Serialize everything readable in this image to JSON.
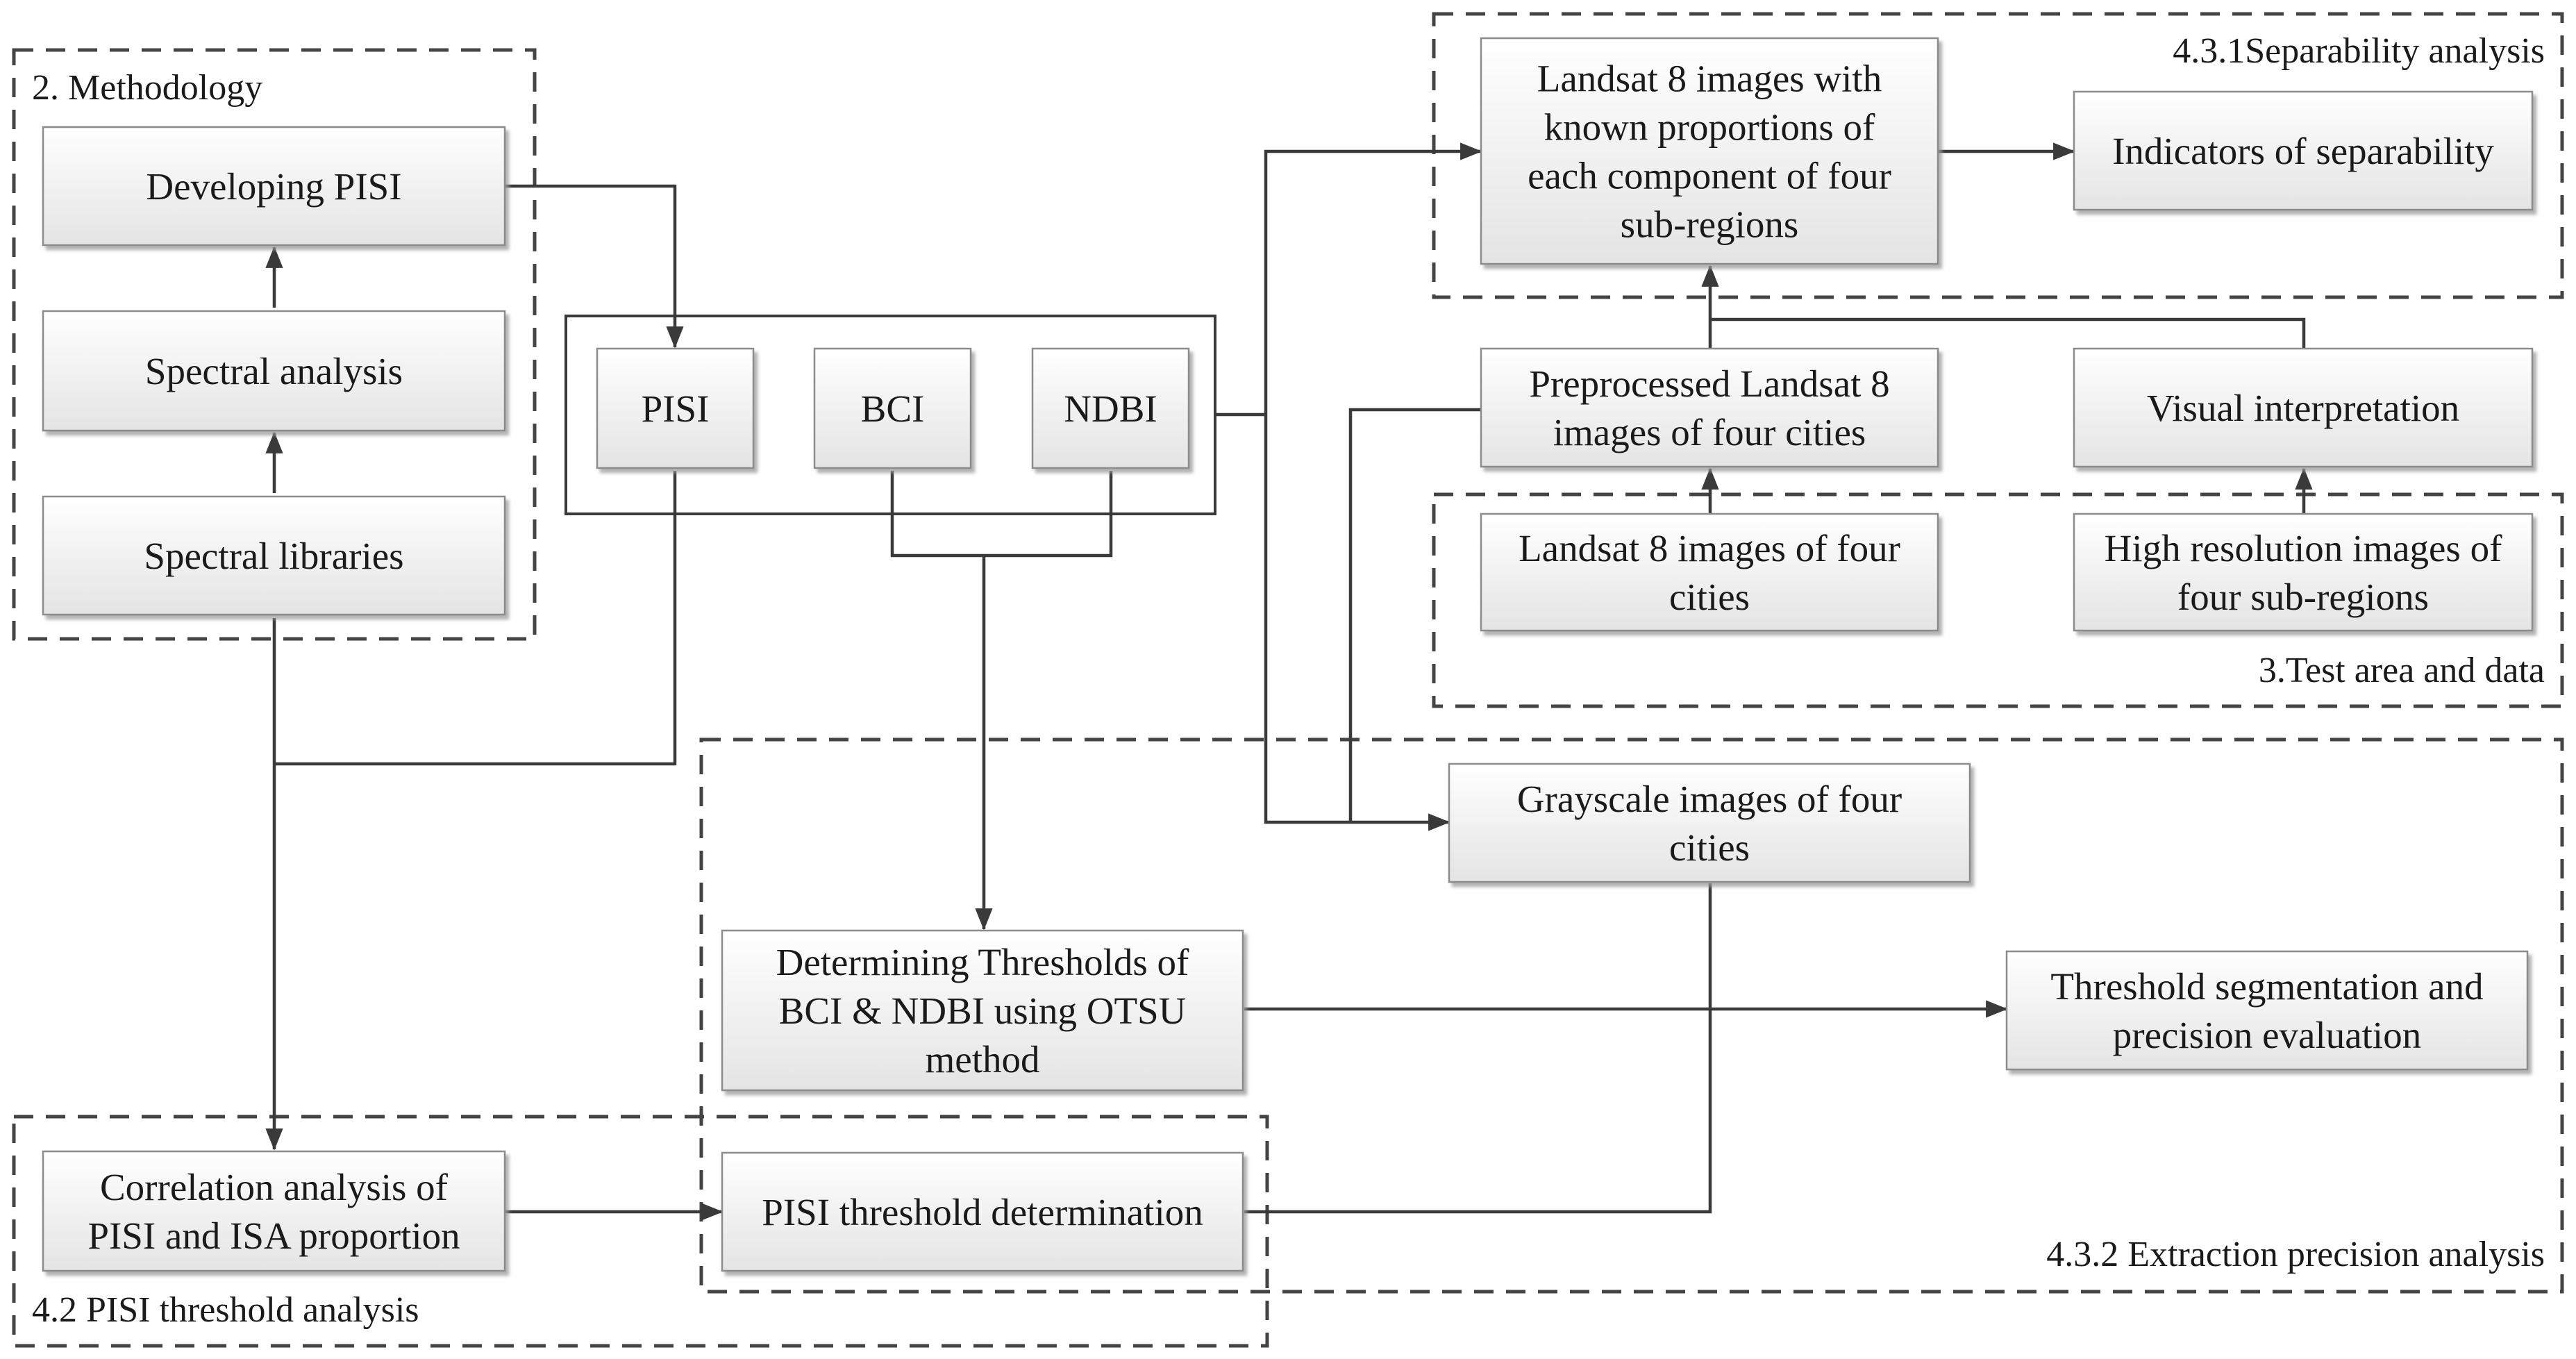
{
  "groups": {
    "methodology": "2. Methodology",
    "separability": "4.3.1Separability analysis",
    "test_area": "3.Test area and data",
    "extraction": "4.3.2 Extraction precision analysis",
    "pisi_threshold": "4.2 PISI threshold analysis"
  },
  "nodes": {
    "developing_pisi": [
      "Developing PISI"
    ],
    "spectral_analysis": [
      "Spectral analysis"
    ],
    "spectral_libraries": [
      "Spectral libraries"
    ],
    "pisi": [
      "PISI"
    ],
    "bci": [
      "BCI"
    ],
    "ndbi": [
      "NDBI"
    ],
    "landsat_known": [
      "Landsat 8 images with",
      "known proportions of",
      "each component of four",
      "sub-regions"
    ],
    "indicators": [
      "Indicators of separability"
    ],
    "preprocessed": [
      "Preprocessed Landsat 8",
      "images of four cities"
    ],
    "visual": [
      "Visual interpretation"
    ],
    "landsat_cities": [
      "Landsat 8 images of four",
      "cities"
    ],
    "high_res": [
      "High resolution images of",
      "four sub-regions"
    ],
    "grayscale": [
      "Grayscale images of four",
      "cities"
    ],
    "otsu": [
      "Determining Thresholds of",
      "BCI & NDBI using OTSU",
      "method"
    ],
    "segmentation": [
      "Threshold segmentation and",
      "precision evaluation"
    ],
    "correlation": [
      "Correlation analysis of",
      "PISI and ISA proportion"
    ],
    "pisi_det": [
      "PISI threshold determination"
    ]
  },
  "colors": {
    "box_top": "#ffffff",
    "box_bottom": "#e6e6e6",
    "line": "#3a3a3a",
    "text": "#1a1a1a"
  }
}
